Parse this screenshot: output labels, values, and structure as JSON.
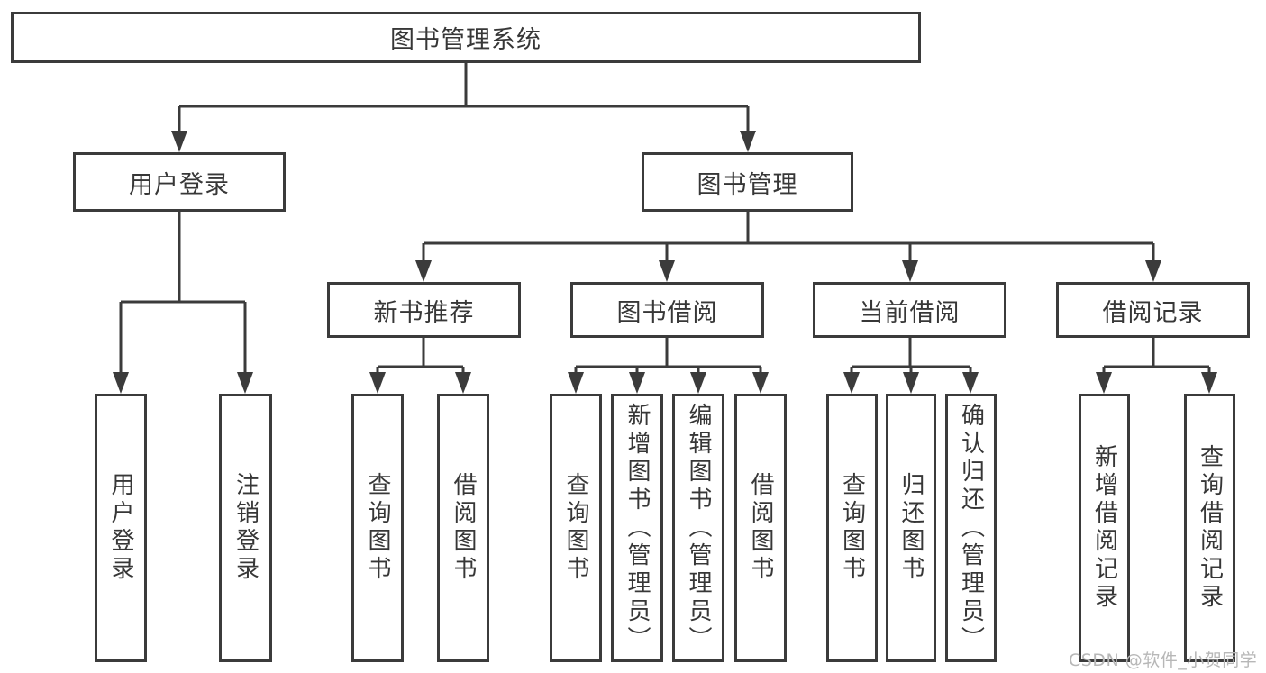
{
  "diagram": {
    "type": "hierarchy-tree",
    "tree": {
      "label": "图书管理系统",
      "children": [
        {
          "label": "用户登录",
          "children": [
            {
              "label": "用户登录"
            },
            {
              "label": "注销登录"
            }
          ]
        },
        {
          "label": "图书管理",
          "children": [
            {
              "label": "新书推荐",
              "children": [
                {
                  "label": "查询图书"
                },
                {
                  "label": "借阅图书"
                }
              ]
            },
            {
              "label": "图书借阅",
              "children": [
                {
                  "label": "查询图书"
                },
                {
                  "label": "新增图书（管理员）"
                },
                {
                  "label": "编辑图书（管理员）"
                },
                {
                  "label": "借阅图书"
                }
              ]
            },
            {
              "label": "当前借阅",
              "children": [
                {
                  "label": "查询图书"
                },
                {
                  "label": "归还图书"
                },
                {
                  "label": "确认归还（管理员）"
                }
              ]
            },
            {
              "label": "借阅记录",
              "children": [
                {
                  "label": "新增借阅记录"
                },
                {
                  "label": "查询借阅记录"
                }
              ]
            }
          ]
        }
      ]
    },
    "watermark": "CSDN @软件_小贺同学",
    "colors": {
      "line": "#3b3b3b",
      "border": "#3b3b3b",
      "text": "#373737",
      "watermark": "#b7b7b7",
      "background": "#ffffff"
    }
  }
}
